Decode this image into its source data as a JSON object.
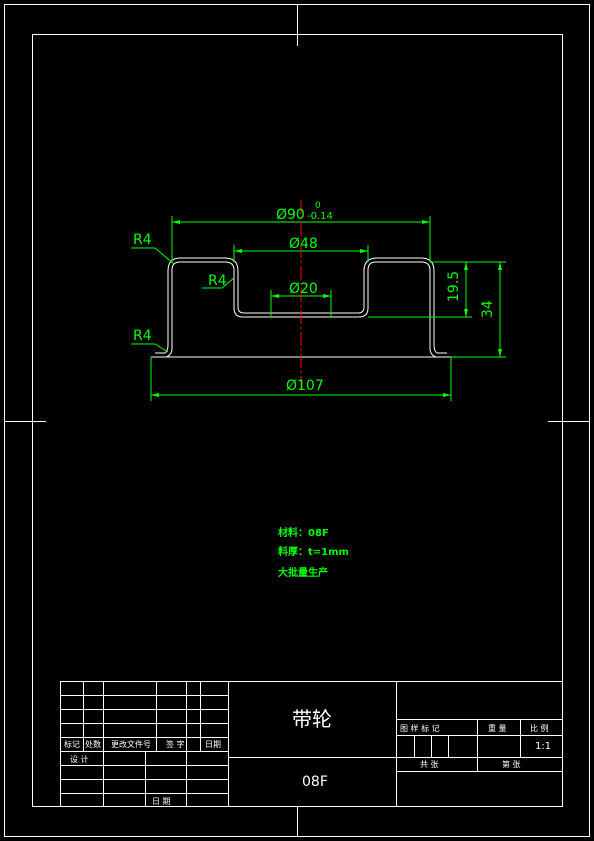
{
  "dimensions": {
    "outer_diameter": "Ø90",
    "outer_tol_upper": "0",
    "outer_tol_lower": "-0.14",
    "inner_diameter": "Ø48",
    "hole_diameter": "Ø20",
    "flange_diameter": "Ø107",
    "depth_inner": "19.5",
    "depth_total": "34",
    "radius_top_left": "R4",
    "radius_inner": "R4",
    "radius_bottom": "R4"
  },
  "notes": {
    "material": "材料：08F",
    "thickness": "料厚：t=1mm",
    "production": "大批量生产"
  },
  "title_block": {
    "part_name": "带轮",
    "material_code": "08F",
    "scale_value": "1:1",
    "rev_headers": [
      "标记",
      "处数",
      "更改文件号",
      "签 字",
      "日期"
    ],
    "design": "设 计",
    "date": "日 期",
    "stage_label": "图 样 标 记",
    "weight_label": "重 量",
    "scale_label": "比 例",
    "total_sheets": "共   张",
    "sheet_no": "第   张"
  },
  "colors": {
    "background": "#000000",
    "lines": "#ffffff",
    "dimensions": "#00ff00",
    "centerline": "#ff0000"
  }
}
